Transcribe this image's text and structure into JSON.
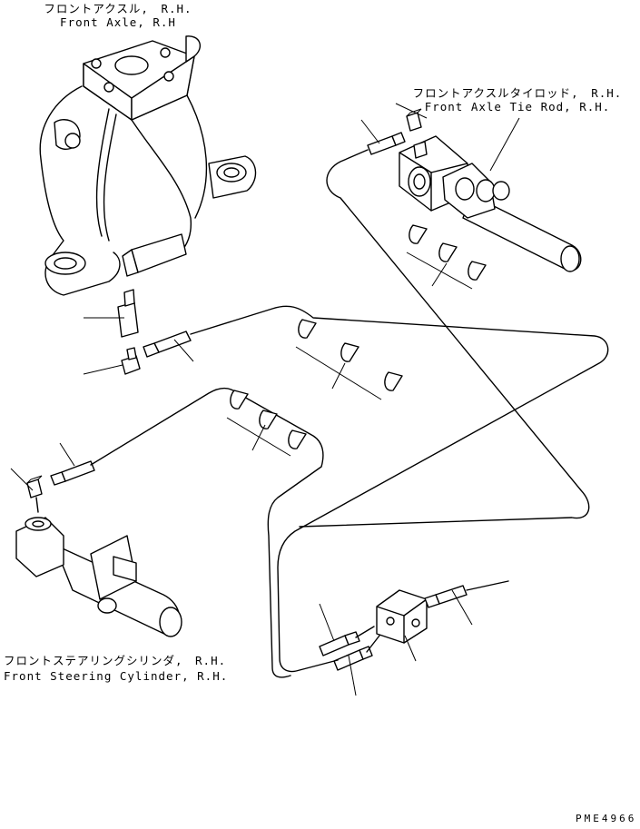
{
  "labels": {
    "axle_jp": "フロントアクスル,　R.H.",
    "axle_en": "Front Axle, R.H",
    "tierod_jp": "フロントアクスルタイロッド,　R.H.",
    "tierod_en": "Front Axle Tie Rod, R.H.",
    "cyl_jp": "フロントステアリングシリンダ,　R.H.",
    "cyl_en": "Front Steering Cylinder, R.H.",
    "drawing_no": "PME4966"
  }
}
